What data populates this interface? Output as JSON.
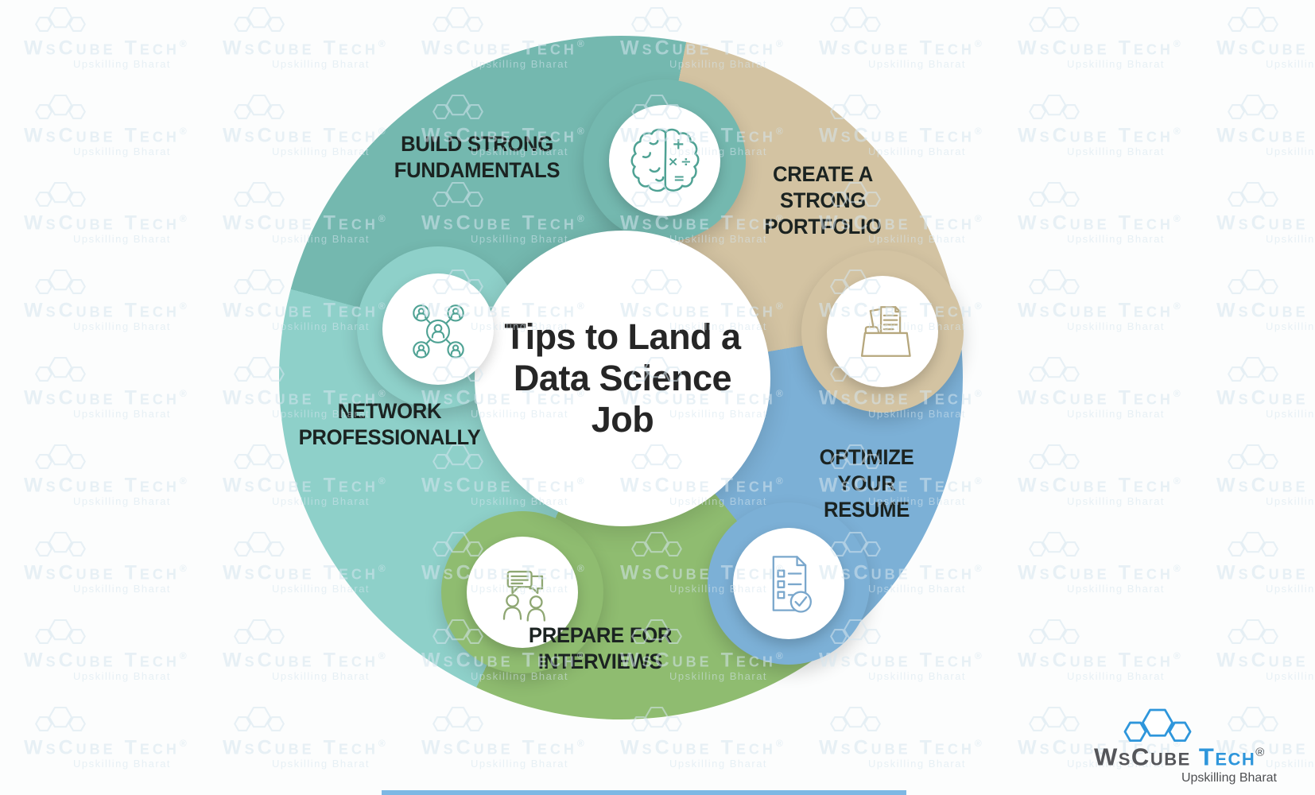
{
  "title": {
    "lines": [
      "Tips to Land a",
      "Data Science",
      "Job"
    ]
  },
  "segments": [
    {
      "name": "build-strong-fundamentals",
      "lines": [
        "BUILD STRONG",
        "FUNDAMENTALS"
      ],
      "color": "#74b8af",
      "icon": "brain-math-icon",
      "icon_color": "#4fa294"
    },
    {
      "name": "create-strong-portfolio",
      "lines": [
        "CREATE A",
        "STRONG",
        "PORTFOLIO"
      ],
      "color": "#d3c3a2",
      "icon": "portfolio-folder-icon",
      "icon_color": "#b6a77d"
    },
    {
      "name": "optimize-your-resume",
      "lines": [
        "OPTIMIZE",
        "YOUR",
        "RESUME"
      ],
      "color": "#7cb0d6",
      "icon": "resume-checklist-icon",
      "icon_color": "#7aa7cc"
    },
    {
      "name": "prepare-for-interviews",
      "lines": [
        "PREPARE FOR",
        "INTERVIEWS"
      ],
      "color": "#8fbc70",
      "icon": "interview-chat-icon",
      "icon_color": "#8fa773"
    },
    {
      "name": "network-professionally",
      "lines": [
        "NETWORK",
        "PROFESSIONALLY"
      ],
      "color": "#8ed0c9",
      "icon": "network-people-icon",
      "icon_color": "#4fa294"
    }
  ],
  "label_text_color": "#1b2321",
  "watermark": {
    "brand": "WsCube Tech",
    "registered": "®",
    "tagline": "Upskilling Bharat"
  },
  "logo": {
    "brand_prefix": "WsCube",
    "brand_suffix": "Tech",
    "registered": "®",
    "tagline": "Upskilling Bharat",
    "accent_color": "#2e96db",
    "text_color": "#55565a"
  }
}
